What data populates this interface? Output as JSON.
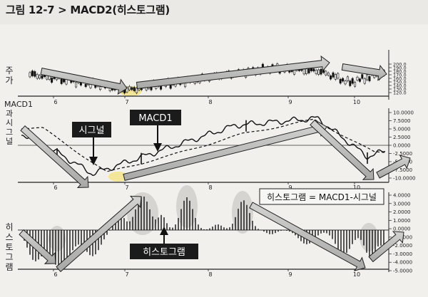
{
  "figure_title": "그림 12-7 > MACD2(히스토그램)",
  "side_labels": [
    "주가",
    "MACD1과 시그널",
    "히스토그램"
  ],
  "chart_data": [
    {
      "type": "line",
      "panel": "주가",
      "x_ticks": [
        "6",
        "7",
        "8",
        "9",
        "10"
      ],
      "y_ticks": [
        "200.0",
        "190.0",
        "180.0",
        "170.0",
        "160.0",
        "150.0",
        "140.0",
        "130.0",
        "120.0"
      ],
      "annotations": []
    },
    {
      "type": "line",
      "panel": "MACD1과 시그널",
      "x_ticks": [
        "6",
        "7",
        "8",
        "9",
        "10"
      ],
      "y_ticks": [
        "10.0000",
        "7.5000",
        "5.0000",
        "2.5000",
        "0.0000",
        "-2.5000",
        "-5.0000",
        "-7.5000",
        "-10.0000"
      ],
      "series": [
        {
          "name": "MACD1"
        },
        {
          "name": "시그널"
        }
      ],
      "callouts": [
        "시그널",
        "MACD1"
      ]
    },
    {
      "type": "bar",
      "panel": "히스토그램",
      "x_ticks": [
        "6",
        "7",
        "8",
        "9",
        "10"
      ],
      "y_ticks": [
        "4.0000",
        "3.0000",
        "2.0000",
        "1.0000",
        "0.0000",
        "-1.0000",
        "-2.0000",
        "-3.0000",
        "-4.0000",
        "-5.0000"
      ],
      "formula_box": "히스토그램 = MACD1-시그널",
      "callouts": [
        "히스토그램"
      ]
    }
  ]
}
